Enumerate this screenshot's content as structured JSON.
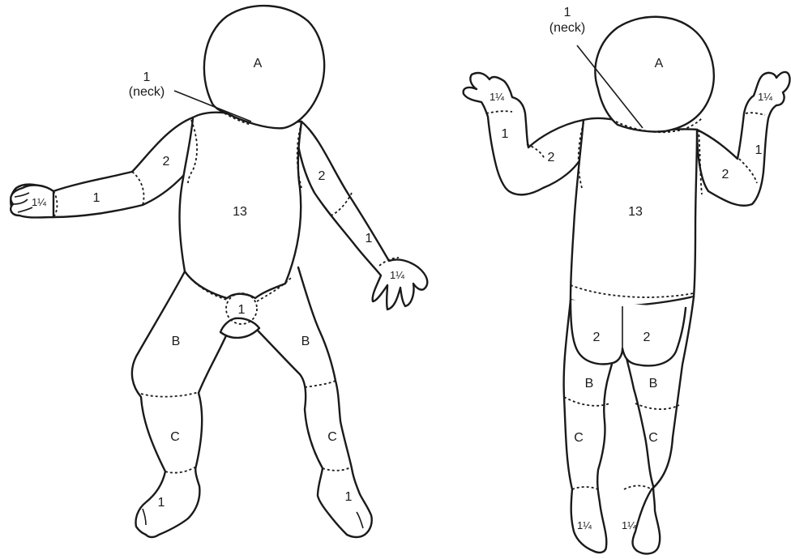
{
  "front": {
    "head": "A",
    "neck_num": "1",
    "neck_word": "(neck)",
    "trunk": "13",
    "upper_arm_left": "2",
    "forearm_left": "1",
    "hand_left": "1¼",
    "upper_arm_right": "2",
    "forearm_right": "1",
    "hand_right": "1¼",
    "genitals": "1",
    "thigh_left": "B",
    "thigh_right": "B",
    "leg_left": "C",
    "leg_right": "C",
    "foot_left": "1",
    "foot_right": "1"
  },
  "back": {
    "head": "A",
    "neck_num": "1",
    "neck_word": "(neck)",
    "trunk": "13",
    "hand_left": "1¼",
    "forearm_left": "1",
    "upper_arm_left": "2",
    "hand_right": "1¼",
    "forearm_right": "1",
    "upper_arm_right": "2",
    "buttock_left": "2",
    "buttock_right": "2",
    "thigh_left": "B",
    "thigh_right": "B",
    "leg_left": "C",
    "leg_right": "C",
    "foot_left": "1¼",
    "foot_right": "1¼"
  }
}
